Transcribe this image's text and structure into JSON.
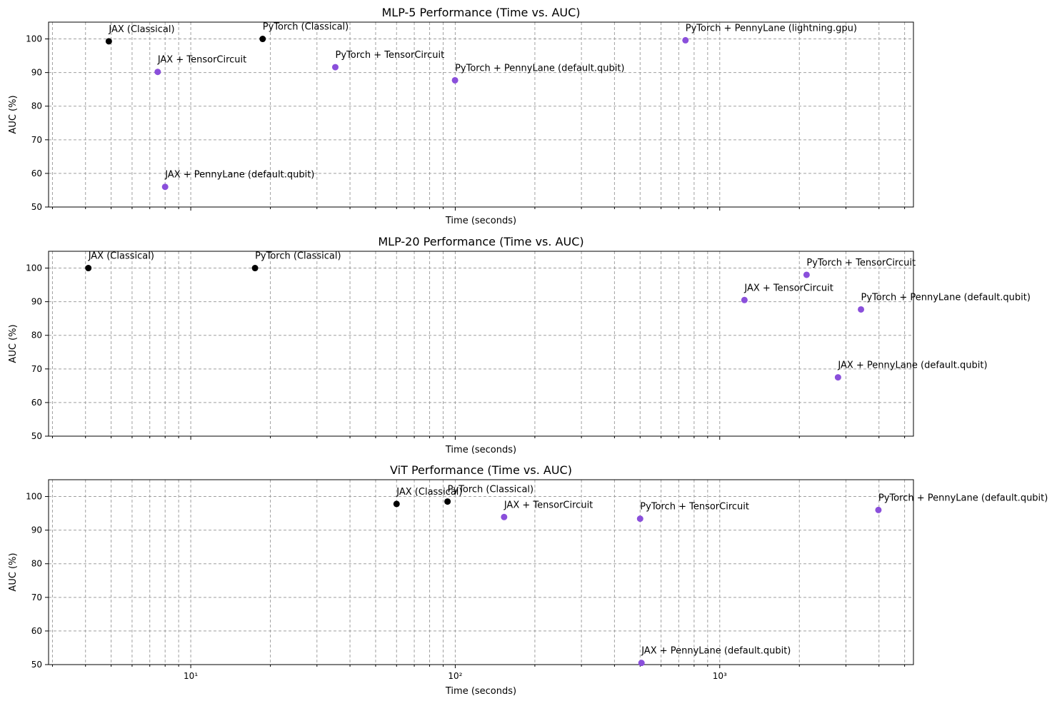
{
  "colors": {
    "classical": "#000000",
    "quantum": "#8a4fdb",
    "grid": "#a0a0a0"
  },
  "chart_data": [
    {
      "type": "scatter",
      "title": "MLP-5 Performance (Time vs. AUC)",
      "xlabel": "Time (seconds)",
      "ylabel": "AUC (%)",
      "xscale": "log",
      "xlim": [
        2.9,
        5400
      ],
      "ylim": [
        50,
        105
      ],
      "yticks": [
        50,
        60,
        70,
        80,
        90,
        100
      ],
      "xtick_labels": [],
      "grid": true,
      "points": [
        {
          "label": "JAX (Classical)",
          "x": 4.9,
          "y": 99.3,
          "kind": "classical"
        },
        {
          "label": "PyTorch (Classical)",
          "x": 18.7,
          "y": 100.0,
          "kind": "classical"
        },
        {
          "label": "JAX + TensorCircuit",
          "x": 7.5,
          "y": 90.2,
          "kind": "quantum"
        },
        {
          "label": "PyTorch + TensorCircuit",
          "x": 35.2,
          "y": 91.6,
          "kind": "quantum"
        },
        {
          "label": "PyTorch + PennyLane (default.qubit)",
          "x": 99.8,
          "y": 87.7,
          "kind": "quantum"
        },
        {
          "label": "PyTorch + PennyLane (lightning.gpu)",
          "x": 742,
          "y": 99.6,
          "kind": "quantum"
        },
        {
          "label": "JAX + PennyLane (default.qubit)",
          "x": 8.0,
          "y": 56.0,
          "kind": "quantum"
        }
      ]
    },
    {
      "type": "scatter",
      "title": "MLP-20 Performance (Time vs. AUC)",
      "xlabel": "Time (seconds)",
      "ylabel": "AUC (%)",
      "xscale": "log",
      "xlim": [
        2.9,
        5400
      ],
      "ylim": [
        50,
        105
      ],
      "yticks": [
        50,
        60,
        70,
        80,
        90,
        100
      ],
      "xtick_labels": [],
      "grid": true,
      "points": [
        {
          "label": "JAX (Classical)",
          "x": 4.1,
          "y": 100.0,
          "kind": "classical"
        },
        {
          "label": "PyTorch (Classical)",
          "x": 17.5,
          "y": 100.0,
          "kind": "classical"
        },
        {
          "label": "PyTorch + TensorCircuit",
          "x": 2130,
          "y": 98.0,
          "kind": "quantum"
        },
        {
          "label": "JAX + TensorCircuit",
          "x": 1240,
          "y": 90.5,
          "kind": "quantum"
        },
        {
          "label": "PyTorch + PennyLane (default.qubit)",
          "x": 3420,
          "y": 87.7,
          "kind": "quantum"
        },
        {
          "label": "JAX + PennyLane (default.qubit)",
          "x": 2800,
          "y": 67.5,
          "kind": "quantum"
        }
      ]
    },
    {
      "type": "scatter",
      "title": "ViT Performance (Time vs. AUC)",
      "xlabel": "Time (seconds)",
      "ylabel": "AUC (%)",
      "xscale": "log",
      "xlim": [
        2.9,
        5400
      ],
      "ylim": [
        50,
        105
      ],
      "yticks": [
        50,
        60,
        70,
        80,
        90,
        100
      ],
      "xtick_labels": [
        "10¹",
        "10²",
        "10³"
      ],
      "grid": true,
      "points": [
        {
          "label": "JAX (Classical)",
          "x": 60,
          "y": 97.8,
          "kind": "classical"
        },
        {
          "label": "PyTorch (Classical)",
          "x": 93.5,
          "y": 98.5,
          "kind": "classical"
        },
        {
          "label": "JAX + TensorCircuit",
          "x": 153,
          "y": 93.9,
          "kind": "quantum"
        },
        {
          "label": "PyTorch + TensorCircuit",
          "x": 500,
          "y": 93.4,
          "kind": "quantum"
        },
        {
          "label": "PyTorch + PennyLane (default.qubit)",
          "x": 3980,
          "y": 96.0,
          "kind": "quantum"
        },
        {
          "label": "JAX + PennyLane (default.qubit)",
          "x": 506,
          "y": 50.5,
          "kind": "quantum"
        }
      ]
    }
  ]
}
